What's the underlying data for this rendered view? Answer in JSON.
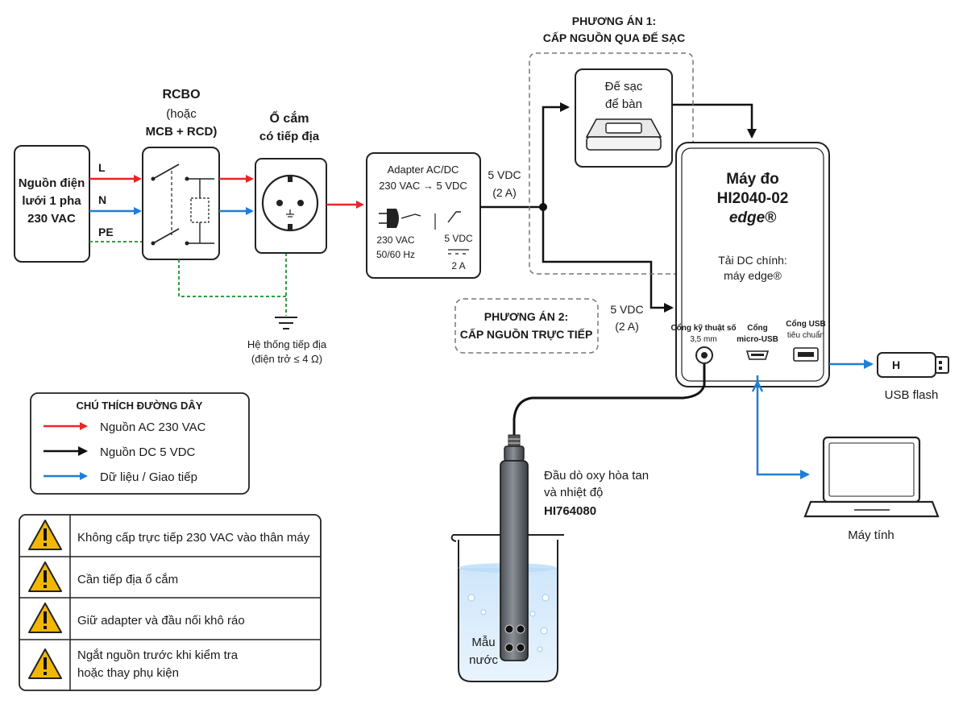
{
  "colors": {
    "ac": "#e8262a",
    "dc": "#111111",
    "data": "#1e7fd6",
    "ground": "#2e9e3e",
    "warn": "#f2b705"
  },
  "supply": {
    "line1": "Nguồn điện",
    "line2": "lưới 1 pha",
    "line3": "230 VAC"
  },
  "conductors": {
    "l": "L",
    "n": "N",
    "pe": "PE"
  },
  "rcbo": {
    "line1": "RCBO",
    "line2": "(hoặc",
    "line3": "MCB + RCD)"
  },
  "socket": {
    "line1": "Ổ cắm",
    "line2": "có tiếp địa"
  },
  "ground": {
    "line1": "Hệ thống tiếp địa",
    "line2": "(điện trở ≤ 4 Ω)"
  },
  "adapter": {
    "line1": "Adapter AC/DC",
    "line2": "230 VAC → 5 VDC",
    "in1": "230 VAC",
    "in2": "50/60 Hz",
    "out1": "5 VDC",
    "out2": "2 A"
  },
  "dc_out": {
    "v": "5 VDC",
    "a": "(2 A)"
  },
  "option1": {
    "line1": "PHƯƠNG ÁN 1:",
    "line2": "CẤP NGUỒN QUA ĐẾ SẠC"
  },
  "cradle": {
    "line1": "Đế sạc",
    "line2": "để bàn"
  },
  "option2": {
    "line1": "PHƯƠNG ÁN 2:",
    "line2": "CẤP NGUỒN TRỰC TIẾP"
  },
  "dc_direct": {
    "v": "5 VDC",
    "a": "(2 A)"
  },
  "meter": {
    "line1": "Máy đo",
    "line2": "HI2040-02",
    "brand": "edge®",
    "load1": "Tải DC chính:",
    "load2": "máy edge®"
  },
  "ports": {
    "audio1": "Cổng kỹ thuật số",
    "audio2": "3,5 mm",
    "micro1": "Cổng",
    "micro2": "micro-USB",
    "usb1": "Cổng USB",
    "usb2": "tiêu chuẩn"
  },
  "usb_flash": "USB flash",
  "computer": "Máy tính",
  "probe": {
    "line1": "Đầu dò oxy hòa tan",
    "line2": "và nhiệt độ",
    "line3": "HI764080"
  },
  "sample": {
    "line1": "Mẫu",
    "line2": "nước"
  },
  "legend": {
    "title": "CHÚ THÍCH ĐƯỜNG DÂY",
    "items": [
      "Nguồn AC 230 VAC",
      "Nguồn DC 5 VDC",
      "Dữ liệu / Giao tiếp"
    ]
  },
  "warnings": [
    [
      "Không cấp trực tiếp 230 VAC vào thân máy"
    ],
    [
      "Cần tiếp địa ổ cắm"
    ],
    [
      "Giữ adapter và đầu nối khô ráo"
    ],
    [
      "Ngắt nguồn trước khi kiểm tra",
      "hoặc thay phụ kiện"
    ]
  ]
}
